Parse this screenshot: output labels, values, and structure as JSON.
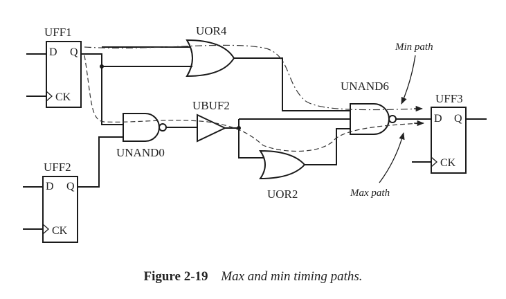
{
  "cells": {
    "uff1": {
      "name": "UFF1",
      "d": "D",
      "q": "Q",
      "ck": "CK"
    },
    "uff2": {
      "name": "UFF2",
      "d": "D",
      "q": "Q",
      "ck": "CK"
    },
    "uff3": {
      "name": "UFF3",
      "d": "D",
      "q": "Q",
      "ck": "CK"
    },
    "uor4": "UOR4",
    "unand0": "UNAND0",
    "ubuf2": "UBUF2",
    "uor2": "UOR2",
    "unand6": "UNAND6"
  },
  "annotations": {
    "min_path": "Min path",
    "max_path": "Max path"
  },
  "caption": {
    "figure": "Figure 2-19",
    "title": "Max and min timing paths."
  }
}
